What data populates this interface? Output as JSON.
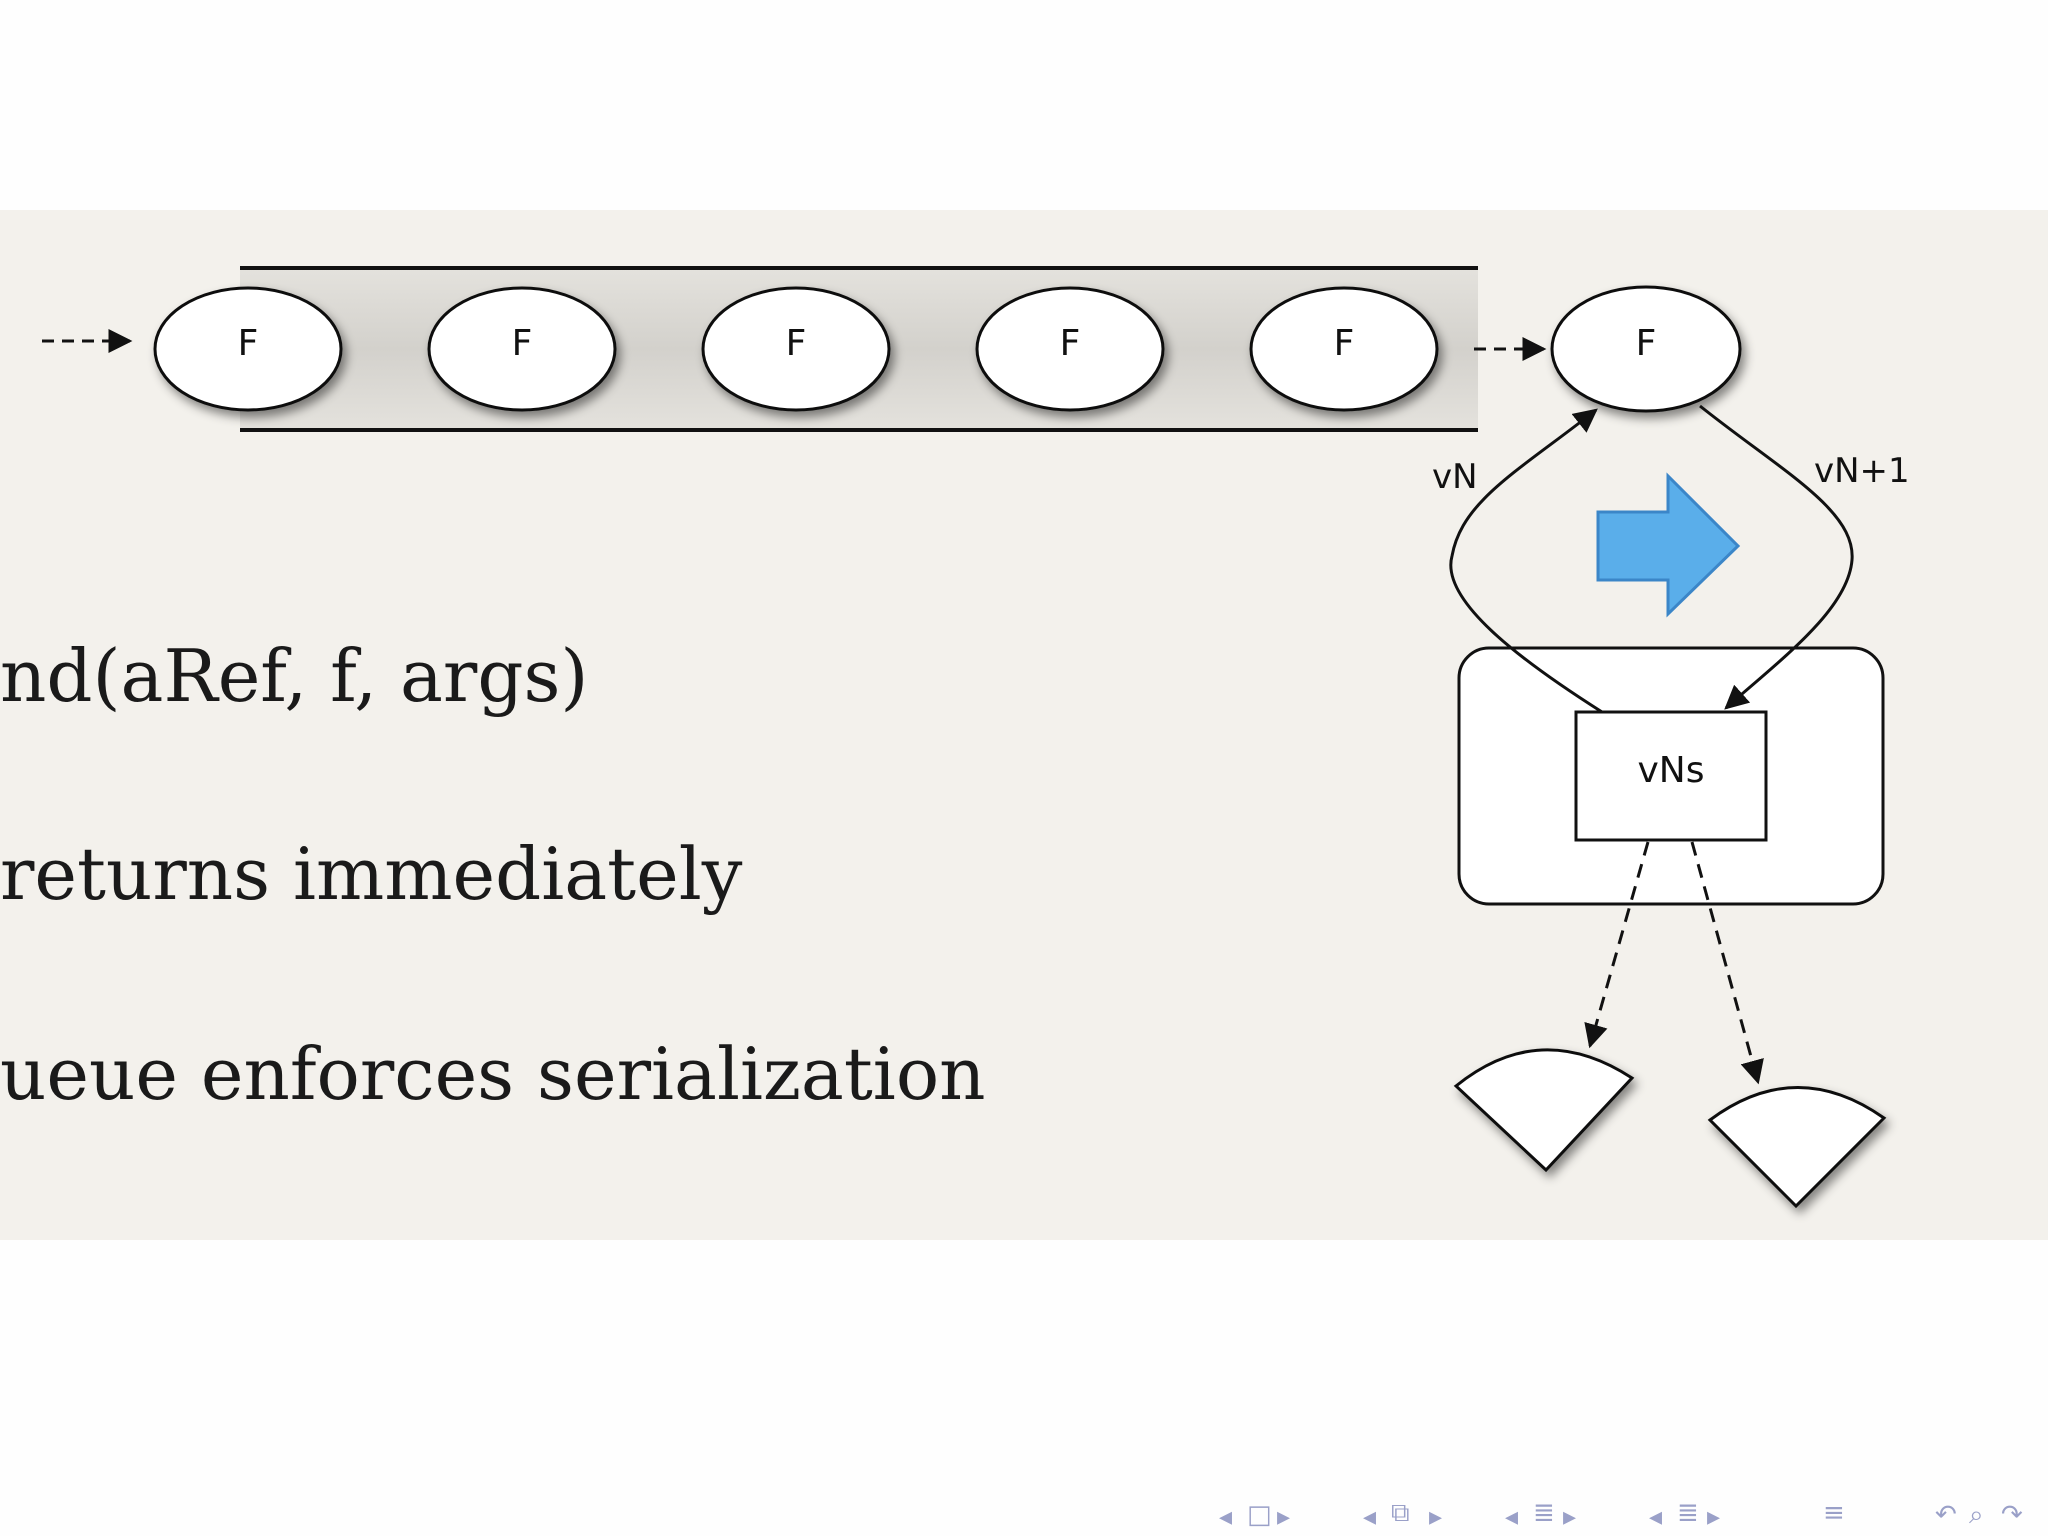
{
  "slide": {
    "bullets": [
      "nd(aRef, f, args)",
      "returns immediately",
      "ueue enforces serialization",
      ""
    ]
  },
  "diagram": {
    "queue_nodes": [
      "F",
      "F",
      "F",
      "F",
      "F"
    ],
    "active_node": "F",
    "store_label": "vNs",
    "edge_in_label": "vN",
    "edge_out_label": "vN+1",
    "colors": {
      "tube": "#d9d7d2",
      "node_fill": "#ffffff",
      "stroke": "#111111",
      "arrow_fill": "#5aaeea",
      "arrow_stroke": "#3b86c8"
    }
  },
  "nav": {
    "icons": [
      "frame-prev-icon",
      "frame-icon",
      "frame-next-icon",
      "subsection-prev-icon",
      "subsection-icon",
      "subsection-next-icon",
      "section-prev-icon",
      "section-icon",
      "section-next-icon",
      "slide-prev-icon",
      "slide-icon",
      "slide-next-icon",
      "toc-icon",
      "back-icon",
      "search-icon",
      "forward-icon"
    ]
  }
}
